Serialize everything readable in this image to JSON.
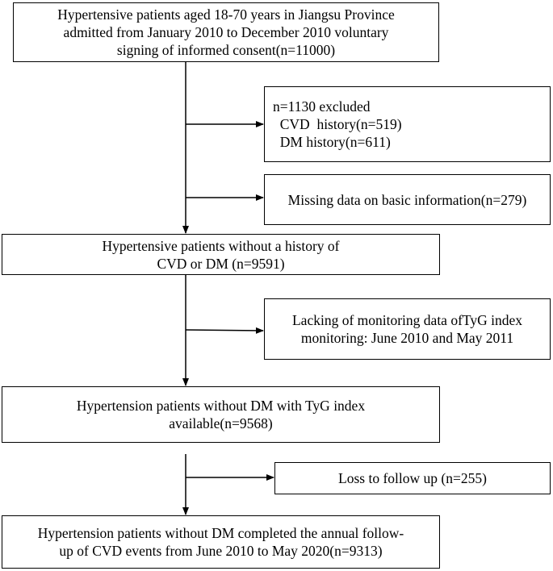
{
  "flow": {
    "box1": {
      "lines": [
        "Hypertensive patients aged 18-70 years in Jiangsu Province",
        "admitted from January 2010 to December 2010 voluntary",
        "signing of informed consent(n=11000)"
      ]
    },
    "excl1": {
      "lines": [
        "n=1130 excluded",
        "  CVD  history(n=519)",
        "  DM history(n=611)"
      ]
    },
    "excl2": {
      "lines": [
        "Missing data on basic information(n=279)"
      ]
    },
    "box2": {
      "lines": [
        "Hypertensive patients without a history of",
        "CVD or DM (n=9591)"
      ]
    },
    "excl3": {
      "lines": [
        "Lacking of monitoring data ofTyG index",
        "monitoring: June 2010 and May 2011"
      ]
    },
    "box3": {
      "lines": [
        "Hypertension patients without DM with TyG index",
        "available(n=9568)"
      ]
    },
    "excl4": {
      "lines": [
        "Loss to follow up (n=255)"
      ]
    },
    "box4": {
      "lines": [
        "Hypertension patients without DM completed the annual follow-",
        "up of CVD events from June 2010 to May 2020(n=9313)"
      ]
    }
  }
}
